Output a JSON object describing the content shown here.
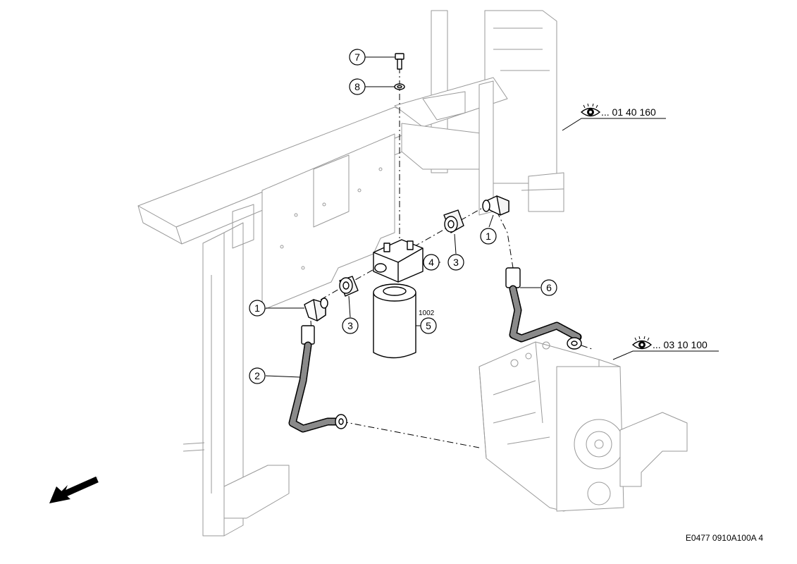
{
  "callouts": {
    "c7": "7",
    "c8": "8",
    "c1_upper": "1",
    "c3_upper": "3",
    "c4": "4",
    "c6": "6",
    "c1_left": "1",
    "c3_lower": "3",
    "c5": "5",
    "c2": "2"
  },
  "filter_label": "1002",
  "refs": {
    "ref_upper": "... 01 40 160",
    "ref_lower": "... 03 10 100"
  },
  "drawing_number": "E0477 0910A100A 4",
  "icons": {
    "view_icon": "eye-icon",
    "direction_icon": "arrow-icon"
  }
}
